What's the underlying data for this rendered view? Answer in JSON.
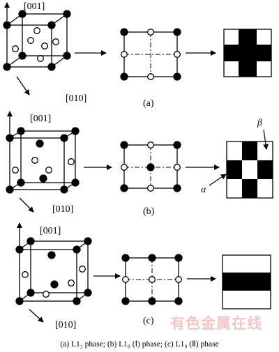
{
  "panels": [
    {
      "label": "(a)",
      "axis_up": "[001]",
      "axis_right": "[010]",
      "pattern": "cross",
      "pattern_labels": []
    },
    {
      "label": "(b)",
      "axis_up": "[001]",
      "axis_right": "[010]",
      "pattern": "checker",
      "pattern_labels": [
        "β",
        "α"
      ]
    },
    {
      "label": "(c)",
      "axis_up": "[001]",
      "axis_right": "[010]",
      "pattern": "band",
      "pattern_labels": []
    }
  ],
  "caption": "(a) L1₂ phase; (b) L1₀ (Ⅰ) phase; (c) L1₀ (Ⅱ) phase",
  "watermark": "有色金属在线",
  "colors": {
    "ink": "#000000",
    "background": "#ffffff",
    "watermark": "#f2c6c6"
  }
}
